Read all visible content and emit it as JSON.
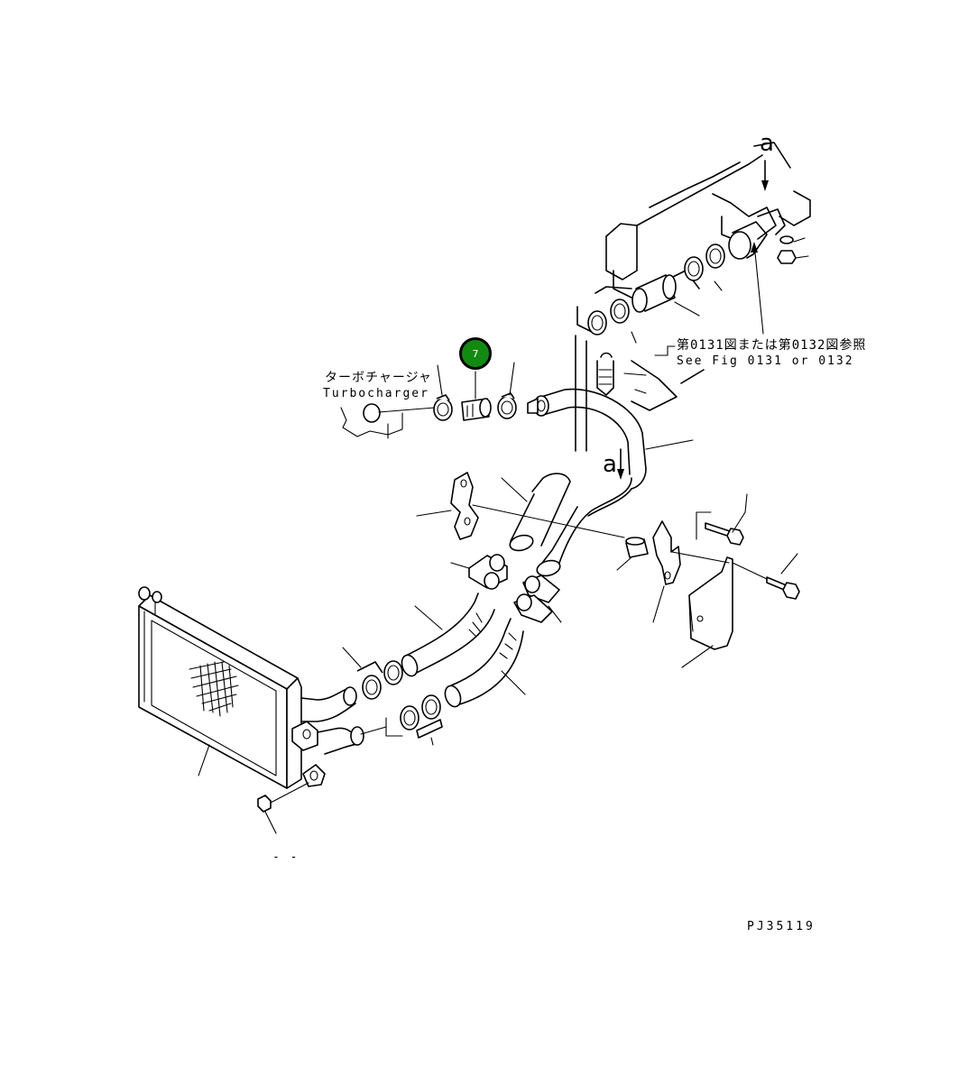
{
  "labels": {
    "turbo_jp": "ターボチャージャ",
    "turbo_en": "Turbocharger",
    "seefig_jp": "第0131図または第0132図参照",
    "seefig_en": "See Fig 0131 or 0132",
    "arrow_a_top": "a",
    "arrow_a_mid": "a",
    "ref_code": "PJ35119",
    "stray_mark": "- -"
  },
  "callout": {
    "number": "7",
    "color": "#128a12"
  }
}
